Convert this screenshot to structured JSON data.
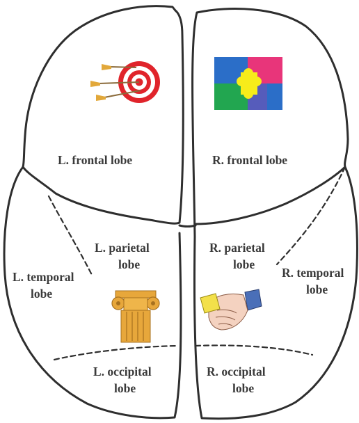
{
  "labels": {
    "l_frontal": "L. frontal lobe",
    "r_frontal": "R. frontal lobe",
    "l_parietal_1": "L. parietal",
    "l_parietal_2": "lobe",
    "r_parietal_1": "R. parietal",
    "r_parietal_2": "lobe",
    "l_temporal_1": "L. temporal",
    "l_temporal_2": "lobe",
    "r_temporal_1": "R. temporal",
    "r_temporal_2": "lobe",
    "l_occipital_1": "L. occipital",
    "l_occipital_2": "lobe",
    "r_occipital_1": "R. occipital",
    "r_occipital_2": "lobe"
  },
  "icons": {
    "l_frontal": "target-with-arrows-icon",
    "r_frontal": "puzzle-icon",
    "l_parietal": "ionic-column-icon",
    "r_parietal": "hand-holding-sponge-icon"
  },
  "colors": {
    "outline": "#2e2e2e",
    "target_red": "#e0242b",
    "arrow_gold": "#e2a83a",
    "puzzle_blue": "#2b6ec8",
    "puzzle_pink": "#e8357a",
    "puzzle_green": "#22a650",
    "puzzle_yellow": "#f7ec1a",
    "column_gold": "#e7a73b"
  }
}
